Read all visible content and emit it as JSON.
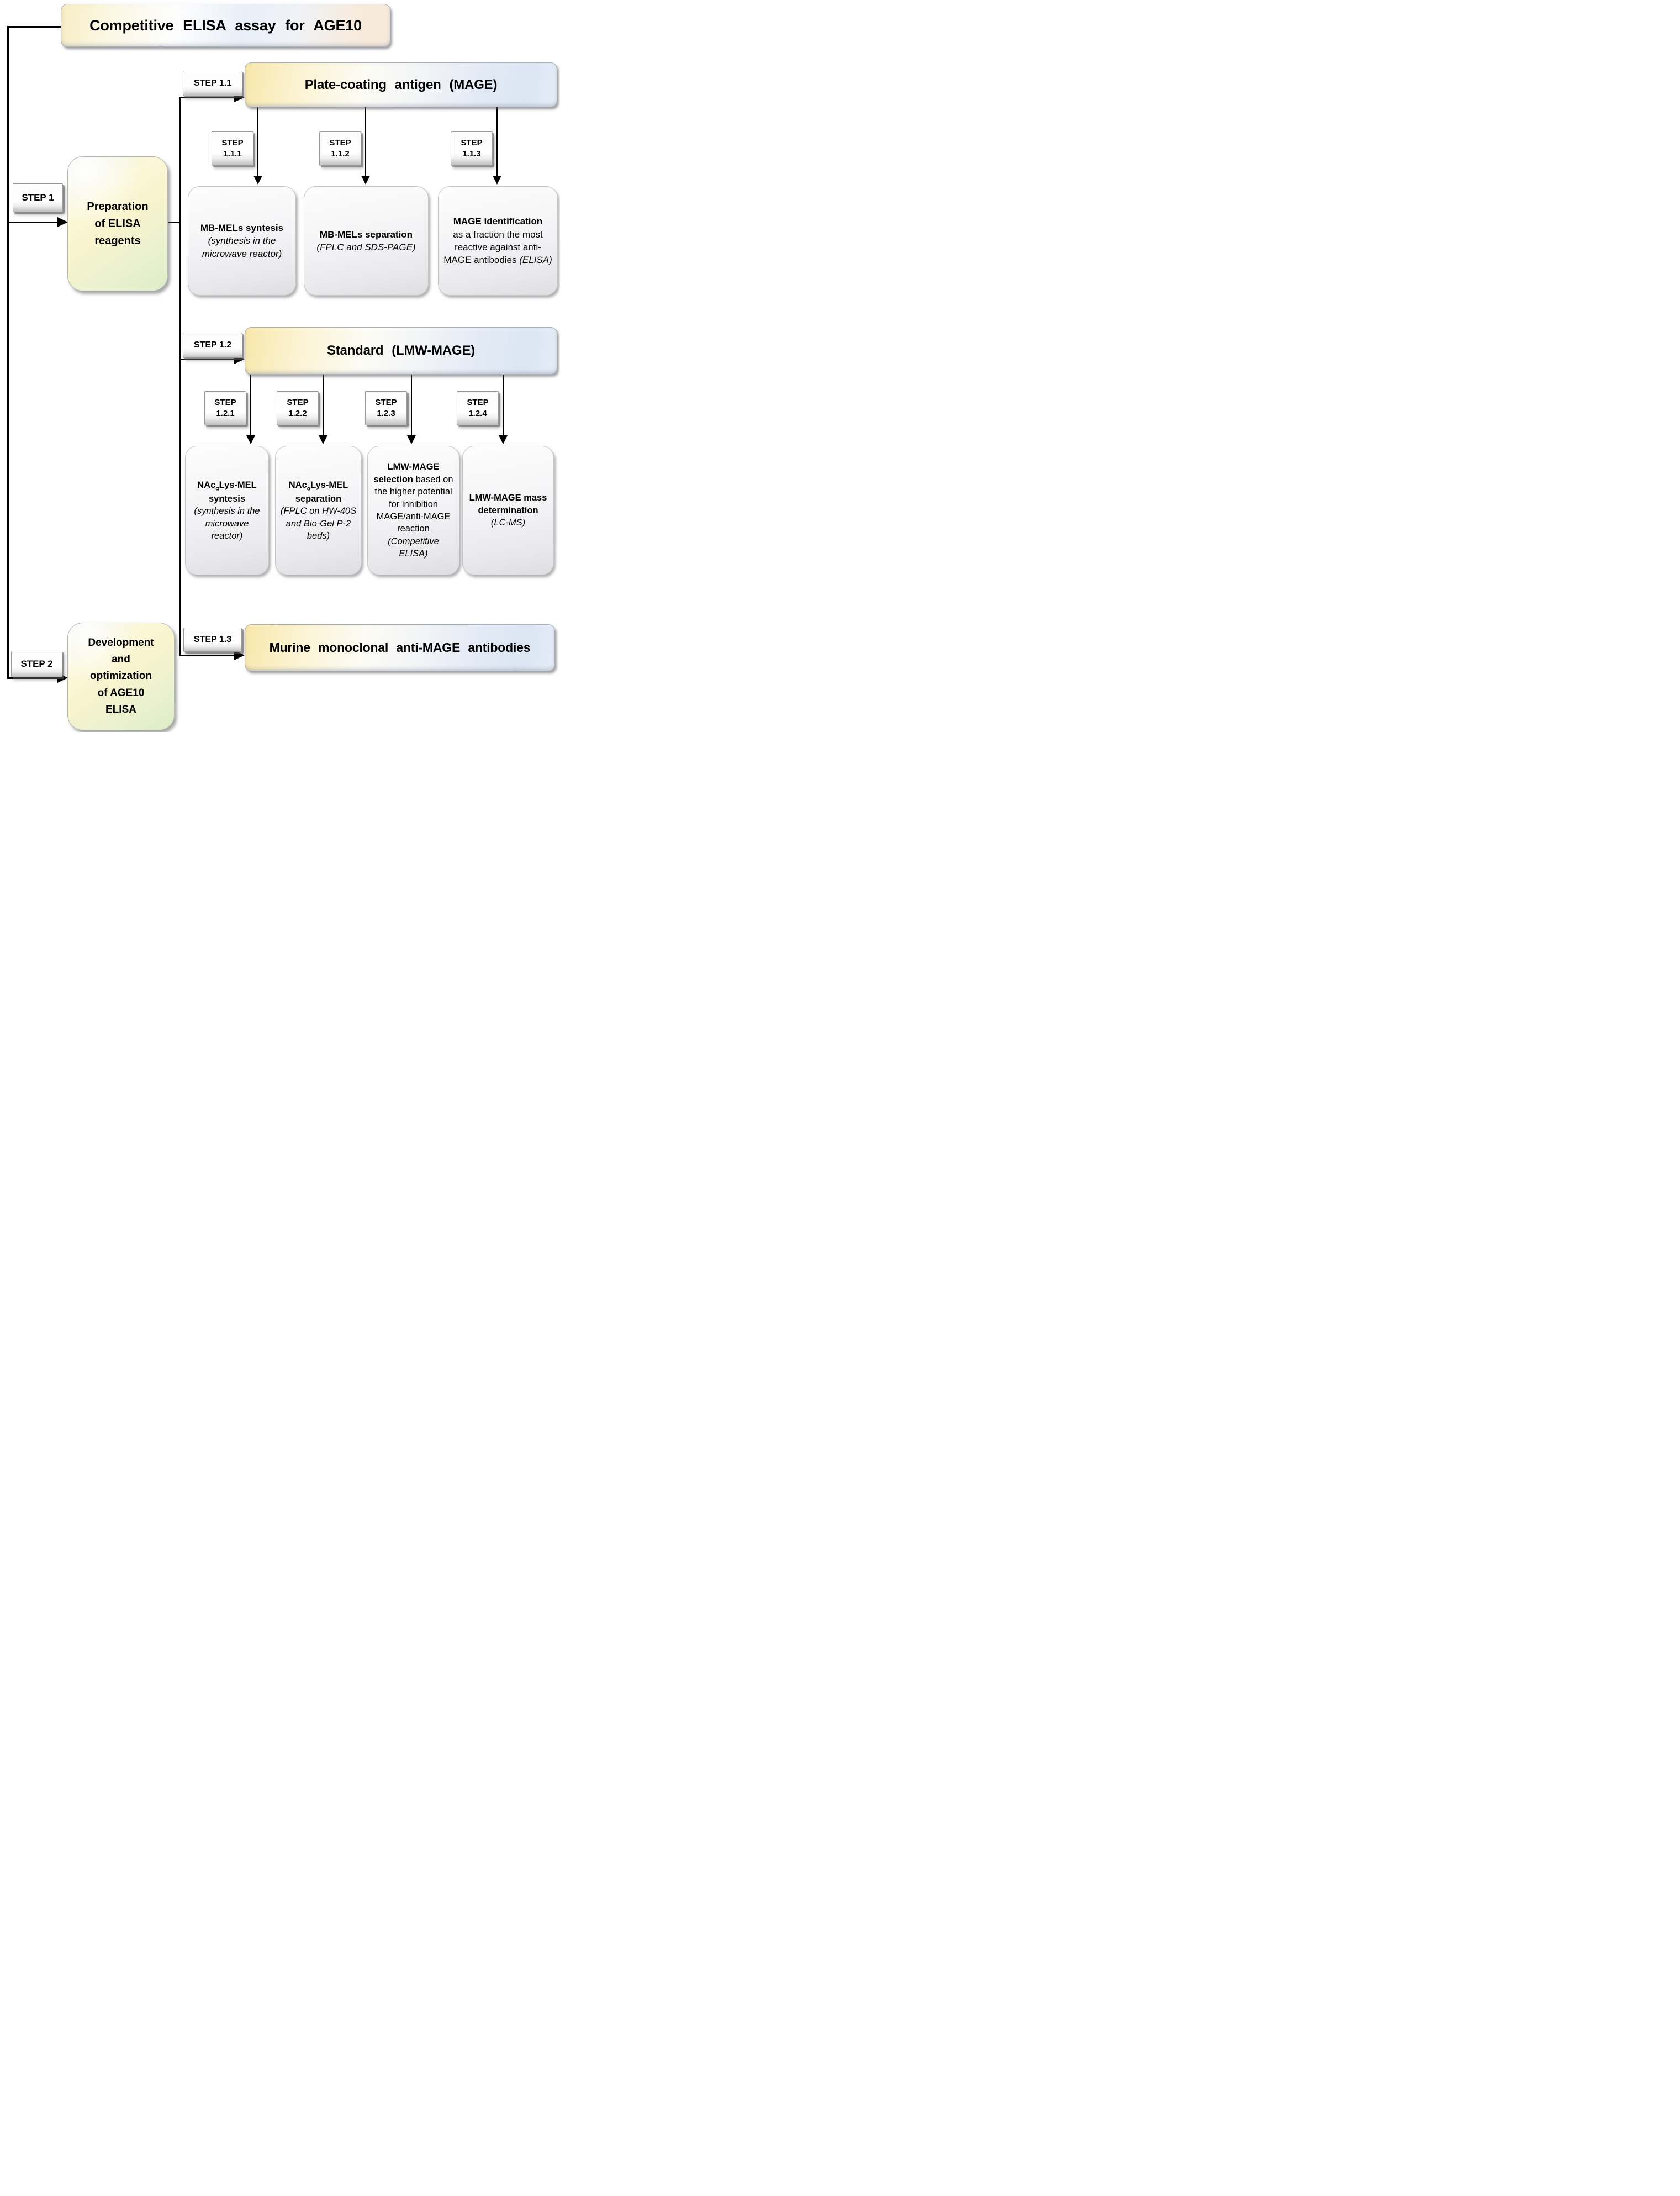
{
  "title": "Competitive ELISA assay for AGE10",
  "steps": {
    "s1": "STEP 1",
    "s2": "STEP 2",
    "s11": "STEP 1.1",
    "s12": "STEP 1.2",
    "s13": "STEP 1.3"
  },
  "substeps": {
    "r1": [
      {
        "t": "STEP",
        "n": "1.1.1"
      },
      {
        "t": "STEP",
        "n": "1.1.2"
      },
      {
        "t": "STEP",
        "n": "1.1.3"
      }
    ],
    "r2": [
      {
        "t": "STEP",
        "n": "1.2.1"
      },
      {
        "t": "STEP",
        "n": "1.2.2"
      },
      {
        "t": "STEP",
        "n": "1.2.3"
      },
      {
        "t": "STEP",
        "n": "1.2.4"
      }
    ]
  },
  "headers": {
    "plate": "Plate-coating antigen (MAGE)",
    "standard": "Standard (LMW-MAGE)",
    "murine": "Murine monoclonal anti-MAGE antibodies"
  },
  "hubs": {
    "preparation": "Preparation\nof ELISA\nreagents",
    "development": "Development\nand\noptimization\nof AGE10\nELISA"
  },
  "row1": [
    {
      "bold": "MB-MELs syntesis",
      "italic": "(synthesis in the microwave reactor)"
    },
    {
      "bold": "MB-MELs separation",
      "italic": "(FPLC and SDS-PAGE)"
    },
    {
      "bold": "MAGE identification",
      "regular": "as a fraction the most reactive against anti-MAGE antibodies ",
      "italic": "(ELISA)"
    }
  ],
  "row2": [
    {
      "pre": "NAc",
      "sub": "α",
      "post": "Lys-MEL syntesis",
      "italic": "(synthesis in the microwave reactor)"
    },
    {
      "pre": "NAc",
      "sub": "α",
      "post": "Lys-MEL separation",
      "italic": "(FPLC on HW-40S and Bio-Gel P-2 beds)"
    },
    {
      "bold": "LMW-MAGE selection",
      "regular": " based on the higher potential for inhibition MAGE/anti-MAGE reaction ",
      "italic": "(Competitive ELISA)"
    },
    {
      "bold": "LMW-MAGE mass determination",
      "italic": "(LC-MS)"
    }
  ]
}
